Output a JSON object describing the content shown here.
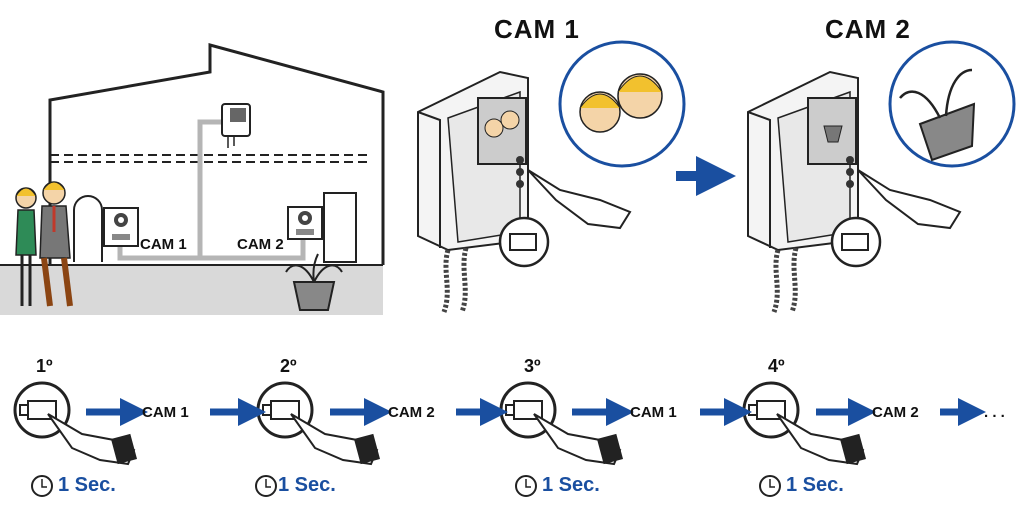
{
  "house": {
    "cam1_label": "CAM 1",
    "cam2_label": "CAM 2"
  },
  "monitors": [
    {
      "title": "CAM 1"
    },
    {
      "title": "CAM 2"
    }
  ],
  "sequence": {
    "steps": [
      "1º",
      "2º",
      "3º",
      "4º"
    ],
    "cams": [
      "CAM 1",
      "CAM 2",
      "CAM 1",
      "CAM 2"
    ],
    "duration": "1 Sec.",
    "ellipsis": ". . ."
  },
  "colors": {
    "arrow": "#1a4fa0",
    "ground": "#d9d9d9",
    "cable": "#b5b5b5"
  }
}
